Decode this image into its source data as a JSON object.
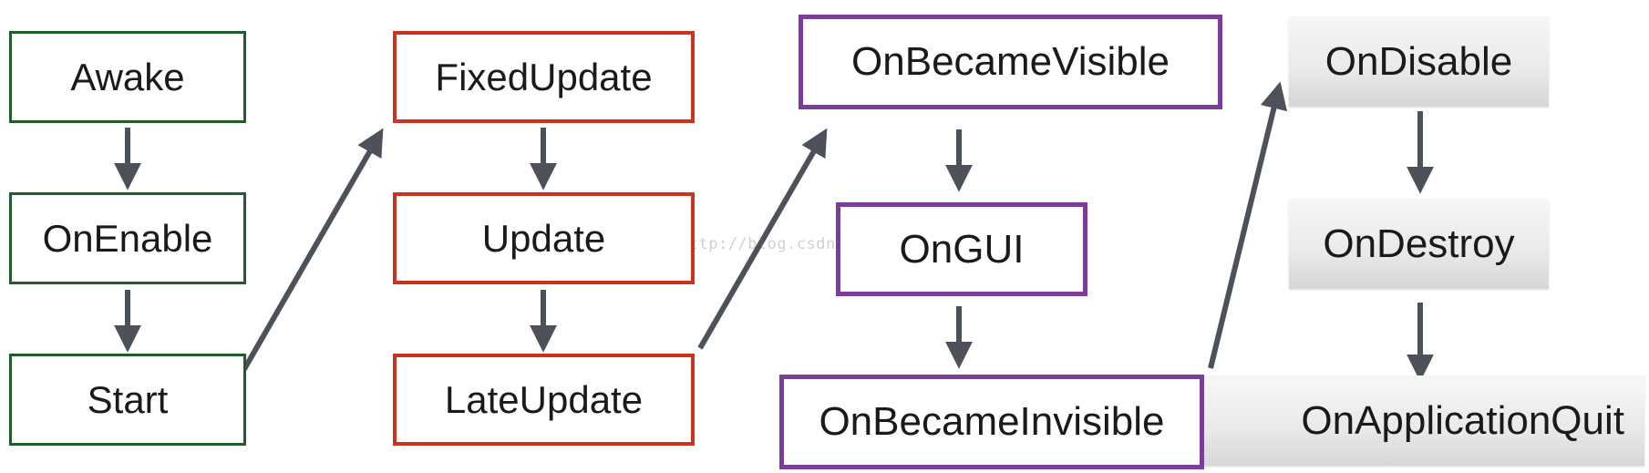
{
  "nodes": {
    "awake": "Awake",
    "onenable": "OnEnable",
    "start": "Start",
    "fixedupdate": "FixedUpdate",
    "update": "Update",
    "lateupdate": "LateUpdate",
    "onbecamevisible": "OnBecameVisible",
    "ongui": "OnGUI",
    "onbecameinvisible": "OnBecameInvisible",
    "ondisable": "OnDisable",
    "ondestroy": "OnDestroy",
    "onapplicationquit": "OnApplicationQuit"
  },
  "watermark": "http://blog.csdn.net/VRunSoftYanlz",
  "colors": {
    "init_group": "#1f5e2a",
    "update_group": "#c8341f",
    "render_group": "#7a3d98",
    "teardown_group": "#e3e3e3",
    "arrow": "#4d5159"
  }
}
